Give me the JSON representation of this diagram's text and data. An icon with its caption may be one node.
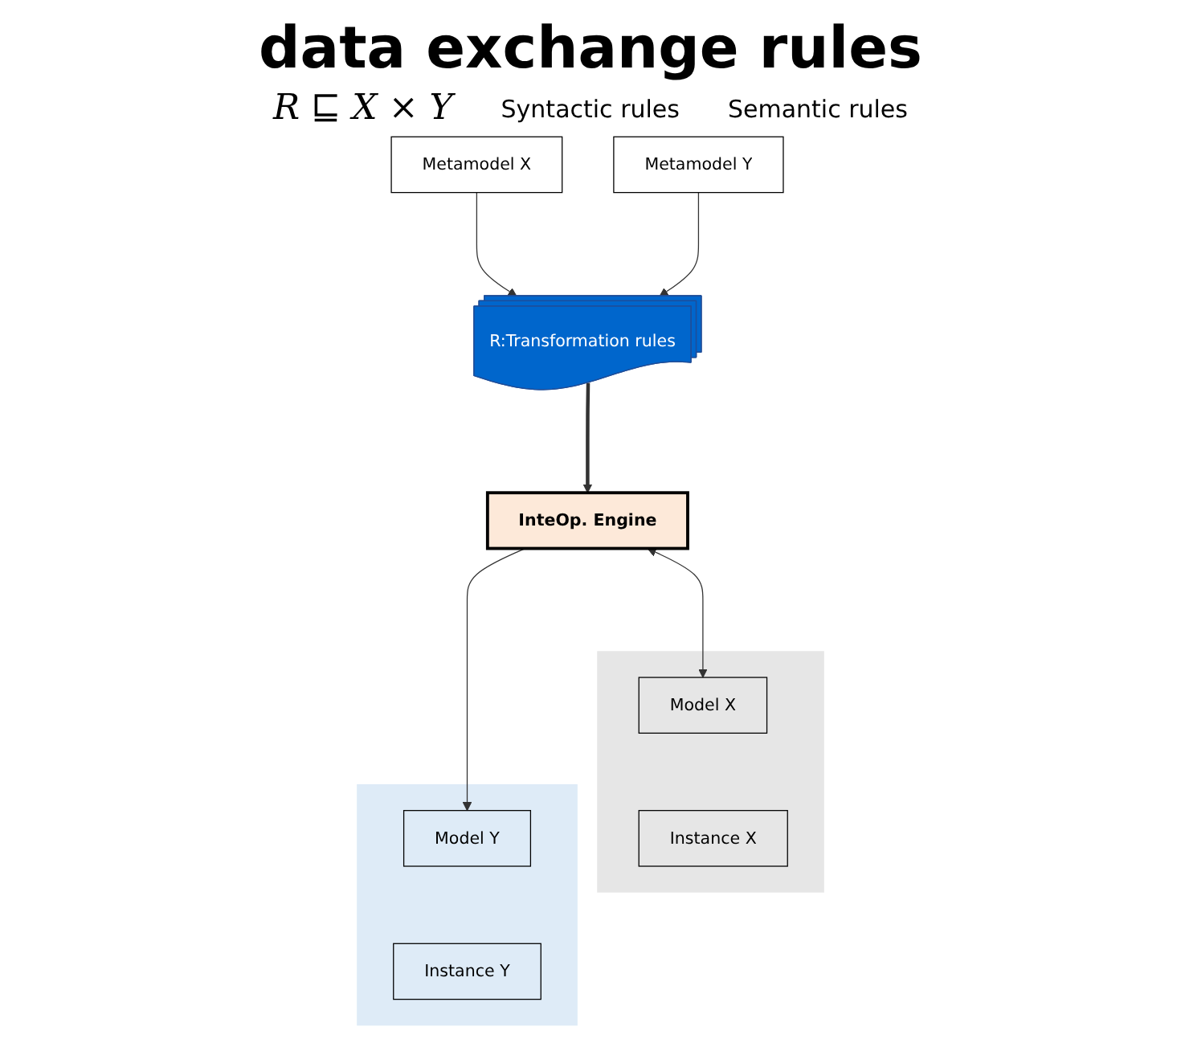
{
  "diagram": {
    "title": "data exchange rules",
    "nodes": [
      {
        "text": [
          "Metamodel X"
        ]
      },
      {
        "text": [
          "Metamodel Y"
        ]
      },
      {
        "text": [
          "R:Transformation rules"
        ]
      },
      {
        "text": [
          "InteOp. Engine"
        ]
      },
      {
        "text": [],
        "shape": "box"
      },
      {
        "text": [
          "Model X"
        ],
        "in": 4
      },
      {
        "text": [
          "Instance X"
        ],
        "in": 4
      },
      {
        "text": [],
        "shape": "box"
      },
      {
        "text": [
          "Model Y"
        ],
        "in": 7
      },
      {
        "text": [
          "Instance Y"
        ],
        "in": 7
      }
    ],
    "edges": [
      {
        "from": 0,
        "to": 2,
        "arrow": "to"
      },
      {
        "from": 1,
        "to": 2,
        "arrow": "to"
      },
      {
        "from": 2,
        "to": 3,
        "arrow": "to",
        "style": "thick"
      },
      {
        "from": 3,
        "to": 5,
        "arrow": "both"
      },
      {
        "from": 3,
        "to": 8,
        "arrow": "to"
      }
    ],
    "labels": [
      "R ⊑ X × Y",
      "Syntactic rules",
      "Semantic rules"
    ]
  }
}
